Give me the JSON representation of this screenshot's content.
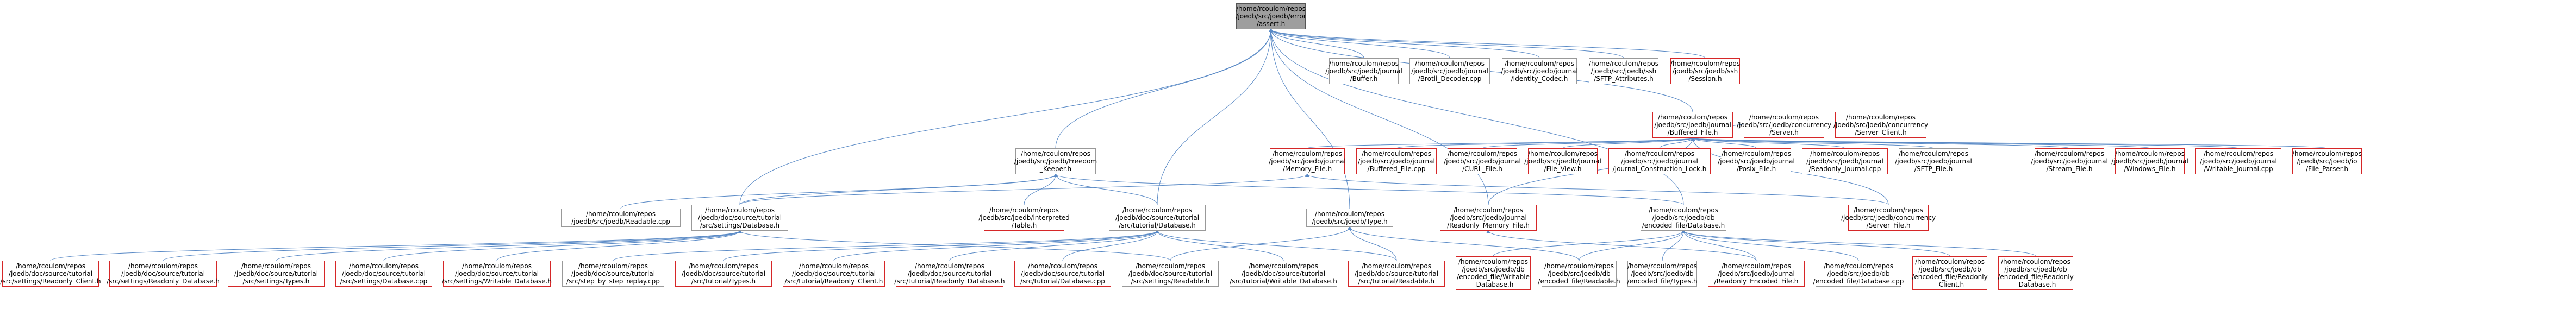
{
  "colors": {
    "edge": "#5a8ac6",
    "box_border": "#999999",
    "box_border_highlight": "#d62728",
    "root_fill": "#9e9e9e"
  },
  "nodes": {
    "root": "/home/rcoulom/repos\n/joedb/src/joedb/error\n/assert.h",
    "buffer": "/home/rcoulom/repos\n/joedb/src/joedb/journal\n/Buffer.h",
    "brotli": "/home/rcoulom/repos\n/joedb/src/joedb/journal\n/Brotli_Decoder.cpp",
    "identity": "/home/rcoulom/repos\n/joedb/src/joedb/journal\n/Identity_Codec.h",
    "sftp_attr": "/home/rcoulom/repos\n/joedb/src/joedb/ssh\n/SFTP_Attributes.h",
    "session": "/home/rcoulom/repos\n/joedb/src/joedb/ssh\n/Session.h",
    "buffered_file": "/home/rcoulom/repos\n/joedb/src/joedb/journal\n/Buffered_File.h",
    "concurrency_server": "/home/rcoulom/repos\n/joedb/src/joedb/concurrency\n/Server.h",
    "concurrency_server_client": "/home/rcoulom/repos\n/joedb/src/joedb/concurrency\n/Server_Client.h",
    "freedom_keeper": "/home/rcoulom/repos\n/joedb/src/joedb/Freedom\n_Keeper.h",
    "memory_file": "/home/rcoulom/repos\n/joedb/src/joedb/journal\n/Memory_File.h",
    "buffered_file_cpp": "/home/rcoulom/repos\n/joedb/src/joedb/journal\n/Buffered_File.cpp",
    "curl_file": "/home/rcoulom/repos\n/joedb/src/joedb/journal\n/CURL_File.h",
    "file_view": "/home/rcoulom/repos\n/joedb/src/joedb/journal\n/File_View.h",
    "journal_lock": "/home/rcoulom/repos\n/joedb/src/joedb/journal\n/Journal_Construction_Lock.h",
    "posix_file": "/home/rcoulom/repos\n/joedb/src/joedb/journal\n/Posix_File.h",
    "readonly_journal_cpp": "/home/rcoulom/repos\n/joedb/src/joedb/journal\n/Readonly_Journal.cpp",
    "sftp_file": "/home/rcoulom/repos\n/joedb/src/joedb/journal\n/SFTP_File.h",
    "stream_file": "/home/rcoulom/repos\n/joedb/src/joedb/journal\n/Stream_File.h",
    "windows_file": "/home/rcoulom/repos\n/joedb/src/joedb/journal\n/Windows_File.h",
    "writable_journal_cpp": "/home/rcoulom/repos\n/joedb/src/joedb/journal\n/Writable_Journal.cpp",
    "file_parser": "/home/rcoulom/repos\n/joedb/src/joedb/io\n/File_Parser.h",
    "readable_cpp": "/home/rcoulom/repos\n/joedb/src/joedb/Readable.cpp",
    "settings_database": "/home/rcoulom/repos\n/joedb/doc/source/tutorial\n/src/settings/Database.h",
    "interpreted_table": "/home/rcoulom/repos\n/joedb/src/joedb/interpreted\n/Table.h",
    "tutorial_database": "/home/rcoulom/repos\n/joedb/doc/source/tutorial\n/src/tutorial/Database.h",
    "type_h": "/home/rcoulom/repos\n/joedb/src/joedb/Type.h",
    "readonly_memory_file": "/home/rcoulom/repos\n/joedb/src/joedb/journal\n/Readonly_Memory_File.h",
    "encoded_file_database": "/home/rcoulom/repos\n/joedb/src/joedb/db\n/encoded_file/Database.h",
    "concurrency_server_file": "/home/rcoulom/repos\n/joedb/src/joedb/concurrency\n/Server_File.h",
    "b_settings_readonly_client": "/home/rcoulom/repos\n/joedb/doc/source/tutorial\n/src/settings/Readonly_Client.h",
    "b_settings_readonly_database": "/home/rcoulom/repos\n/joedb/doc/source/tutorial\n/src/settings/Readonly_Database.h",
    "b_settings_types": "/home/rcoulom/repos\n/joedb/doc/source/tutorial\n/src/settings/Types.h",
    "b_settings_database_cpp": "/home/rcoulom/repos\n/joedb/doc/source/tutorial\n/src/settings/Database.cpp",
    "b_settings_writable_database": "/home/rcoulom/repos\n/joedb/doc/source/tutorial\n/src/settings/Writable_Database.h",
    "b_step_by_step": "/home/rcoulom/repos\n/joedb/doc/source/tutorial\n/src/step_by_step_replay.cpp",
    "b_tutorial_types": "/home/rcoulom/repos\n/joedb/doc/source/tutorial\n/src/tutorial/Types.h",
    "b_tutorial_readonly_client": "/home/rcoulom/repos\n/joedb/doc/source/tutorial\n/src/tutorial/Readonly_Client.h",
    "b_tutorial_readonly_database": "/home/rcoulom/repos\n/joedb/doc/source/tutorial\n/src/tutorial/Readonly_Database.h",
    "b_tutorial_database_cpp": "/home/rcoulom/repos\n/joedb/doc/source/tutorial\n/src/tutorial/Database.cpp",
    "b_settings_readable": "/home/rcoulom/repos\n/joedb/doc/source/tutorial\n/src/settings/Readable.h",
    "b_tutorial_writable_database": "/home/rcoulom/repos\n/joedb/doc/source/tutorial\n/src/tutorial/Writable_Database.h",
    "b_tutorial_readable": "/home/rcoulom/repos\n/joedb/doc/source/tutorial\n/src/tutorial/Readable.h",
    "b_encoded_writable_database": "/home/rcoulom/repos\n/joedb/src/joedb/db\n/encoded_file/Writable\n_Database.h",
    "b_encoded_readable": "/home/rcoulom/repos\n/joedb/src/joedb/db\n/encoded_file/Readable.h",
    "b_encoded_types": "/home/rcoulom/repos\n/joedb/src/joedb/db\n/encoded_file/Types.h",
    "b_readonly_encoded_file": "/home/rcoulom/repos\n/joedb/src/joedb/journal\n/Readonly_Encoded_File.h",
    "b_encoded_database_cpp": "/home/rcoulom/repos\n/joedb/src/joedb/db\n/encoded_file/Database.cpp",
    "b_encoded_readonly_client": "/home/rcoulom/repos\n/joedb/src/joedb/db\n/encoded_file/Readonly\n_Client.h",
    "b_encoded_readonly_database": "/home/rcoulom/repos\n/joedb/src/joedb/db\n/encoded_file/Readonly\n_Database.h"
  }
}
